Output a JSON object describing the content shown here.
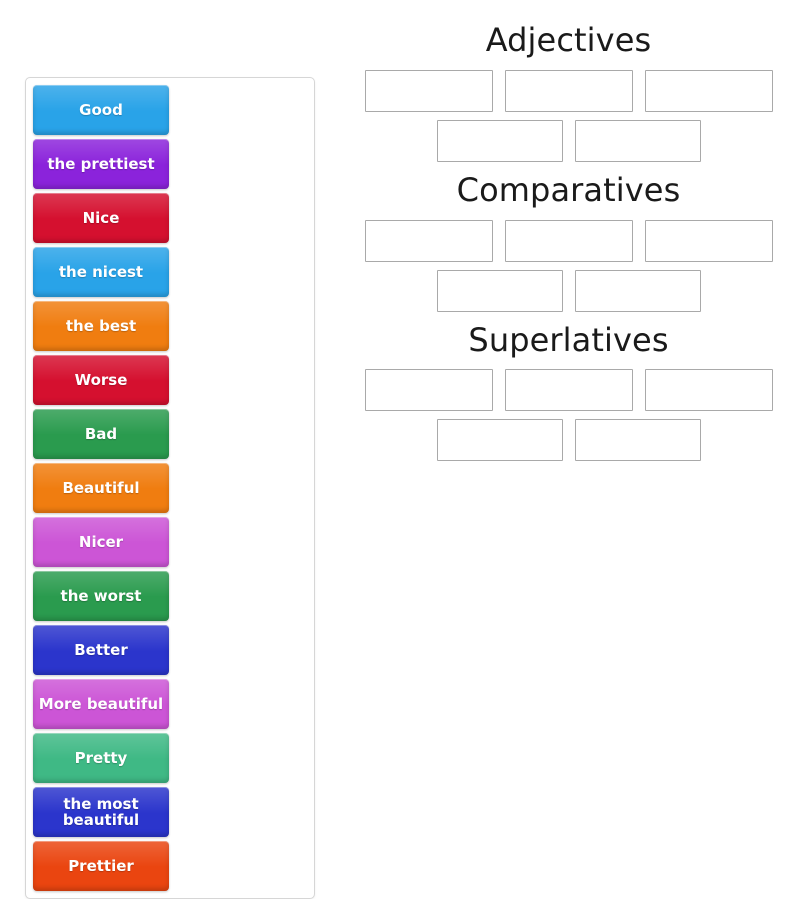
{
  "activity": {
    "type": "drag-and-drop-sorting",
    "tile_pool": {
      "name": "word-tile-pool",
      "tiles": [
        {
          "label": "Good",
          "color": "#29a3e8"
        },
        {
          "label": "the prettiest",
          "color": "#8b23db"
        },
        {
          "label": "Nice",
          "color": "#d5102f"
        },
        {
          "label": "the nicest",
          "color": "#29a3e8"
        },
        {
          "label": "the best",
          "color": "#f07d10"
        },
        {
          "label": "Worse",
          "color": "#d5102f"
        },
        {
          "label": "Bad",
          "color": "#2a9b4e"
        },
        {
          "label": "Beautiful",
          "color": "#f07d10"
        },
        {
          "label": "Nicer",
          "color": "#cc55d6"
        },
        {
          "label": "the worst",
          "color": "#2a9b4e"
        },
        {
          "label": "Better",
          "color": "#2b35cc"
        },
        {
          "label": "More beautiful",
          "color": "#cc55d6"
        },
        {
          "label": "Pretty",
          "color": "#3fb985"
        },
        {
          "label": "the most beautiful",
          "color": "#2b35cc"
        },
        {
          "label": "Prettier",
          "color": "#ea4510"
        }
      ]
    },
    "categories": [
      {
        "title": "Adjectives",
        "slot_count": 5,
        "filled": []
      },
      {
        "title": "Comparatives",
        "slot_count": 5,
        "filled": []
      },
      {
        "title": "Superlatives",
        "slot_count": 5,
        "filled": []
      }
    ]
  },
  "colors": {
    "background": "#ffffff",
    "pool_border": "#d6d6d6",
    "slot_border": "#a9a9a9",
    "title_text": "#1a1a1a",
    "tile_text": "#ffffff"
  }
}
